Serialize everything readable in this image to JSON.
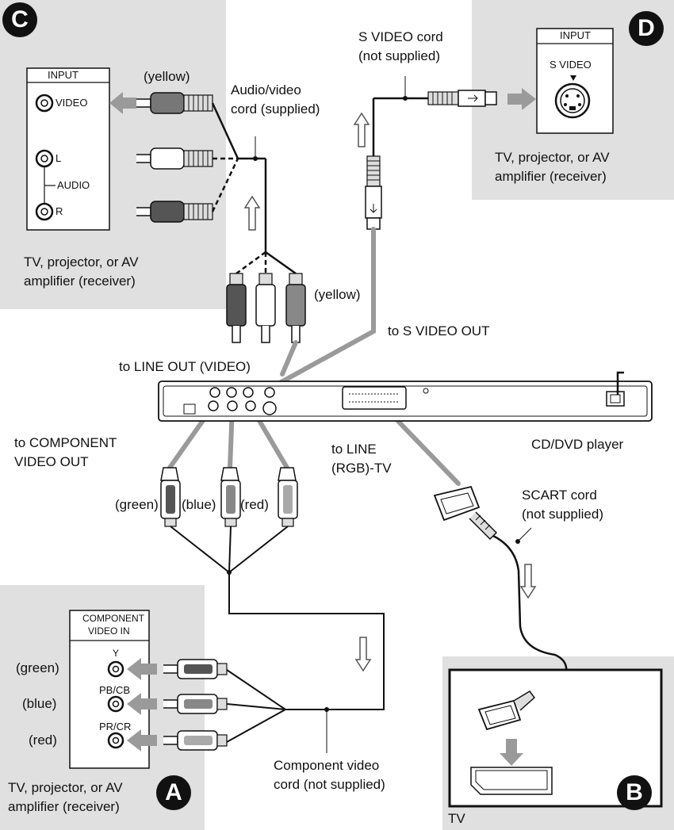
{
  "panels": {
    "C": {
      "badge": "C",
      "input_label": "INPUT",
      "jacks": [
        "VIDEO",
        "L",
        "AUDIO",
        "R"
      ],
      "device_line1": "TV, projector, or AV",
      "device_line2": "amplifier (receiver)"
    },
    "D": {
      "badge": "D",
      "input_label": "INPUT",
      "jack_label": "S VIDEO",
      "device_line1": "TV, projector, or AV",
      "device_line2": "amplifier (receiver)"
    },
    "A": {
      "badge": "A",
      "input_line1": "COMPONENT",
      "input_line2": "VIDEO IN",
      "jack_y": "Y",
      "jack_pb": "PB/CB",
      "jack_pr": "PR/CR",
      "colors": [
        "(green)",
        "(blue)",
        "(red)"
      ],
      "device_line1": "TV, projector, or AV",
      "device_line2": "amplifier (receiver)"
    },
    "B": {
      "badge": "B",
      "device": "TV"
    }
  },
  "labels": {
    "av_yellow_top": "(yellow)",
    "av_cord_line1": "Audio/video",
    "av_cord_line2": "cord (supplied)",
    "av_yellow_bottom": "(yellow)",
    "svideo_cord_line1": "S VIDEO cord",
    "svideo_cord_line2": "(not supplied)",
    "to_svideo_out": "to S VIDEO OUT",
    "to_line_out": "to LINE OUT (VIDEO)",
    "to_component_line1": "to COMPONENT",
    "to_component_line2": "VIDEO OUT",
    "to_line_rgb_line1": "to LINE",
    "to_line_rgb_line2": "(RGB)-TV",
    "player": "CD/DVD player",
    "comp_green": "(green)",
    "comp_blue": "(blue)",
    "comp_red": "(red)",
    "scart_line1": "SCART cord",
    "scart_line2": "(not supplied)",
    "component_cord_line1": "Component video",
    "component_cord_line2": "cord (not supplied)"
  },
  "colors": {
    "panel_bg": "#e0e0e0",
    "connector_gray": "#9a9a9a",
    "cable": "#111111"
  }
}
